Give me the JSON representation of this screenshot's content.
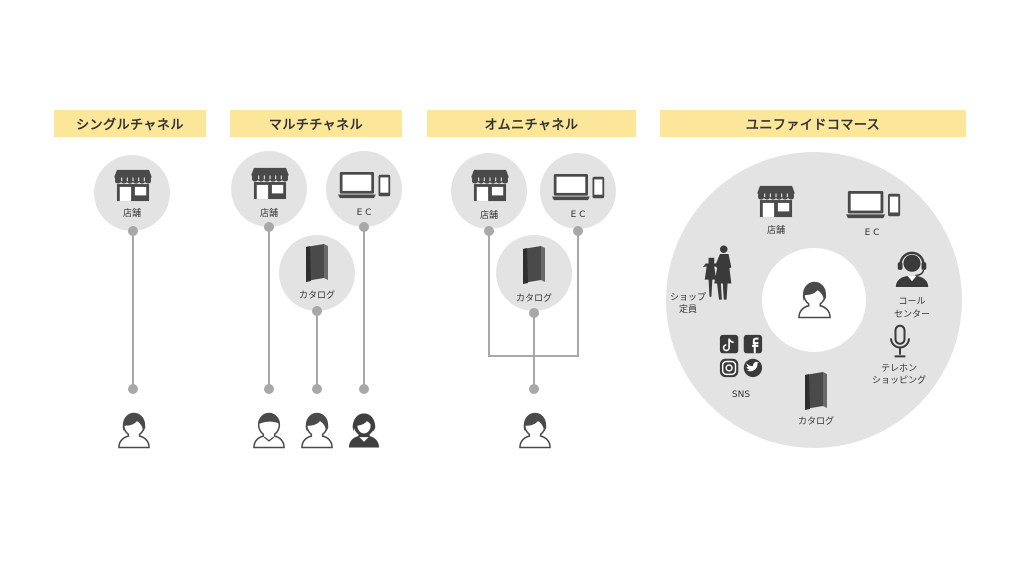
{
  "headers": {
    "single": "シングルチャネル",
    "multi": "マルチチャネル",
    "omni": "オムニチャネル",
    "unified": "ユニファイドコマース"
  },
  "labels": {
    "store": "店舗",
    "ec": "E C",
    "catalog": "カタログ",
    "shop_staff_1": "ショップ",
    "shop_staff_2": "定員",
    "call_center_1": "コール",
    "call_center_2": "センター",
    "tv_shopping_1": "テレホン",
    "tv_shopping_2": "ショッピング",
    "sns": "SNS"
  },
  "colors": {
    "header_bg": "#fce699",
    "circle_bg": "#e3e3e3",
    "icon": "#4a4a4a",
    "line": "#a8a8a8"
  },
  "icons": {
    "store": "store-icon",
    "ec": "laptop-phone-icon",
    "catalog": "book-icon",
    "customer": "person-icon",
    "staff": "shop-staff-icon",
    "call": "headset-operator-icon",
    "mic": "microphone-icon",
    "sns": "social-media-icons"
  }
}
